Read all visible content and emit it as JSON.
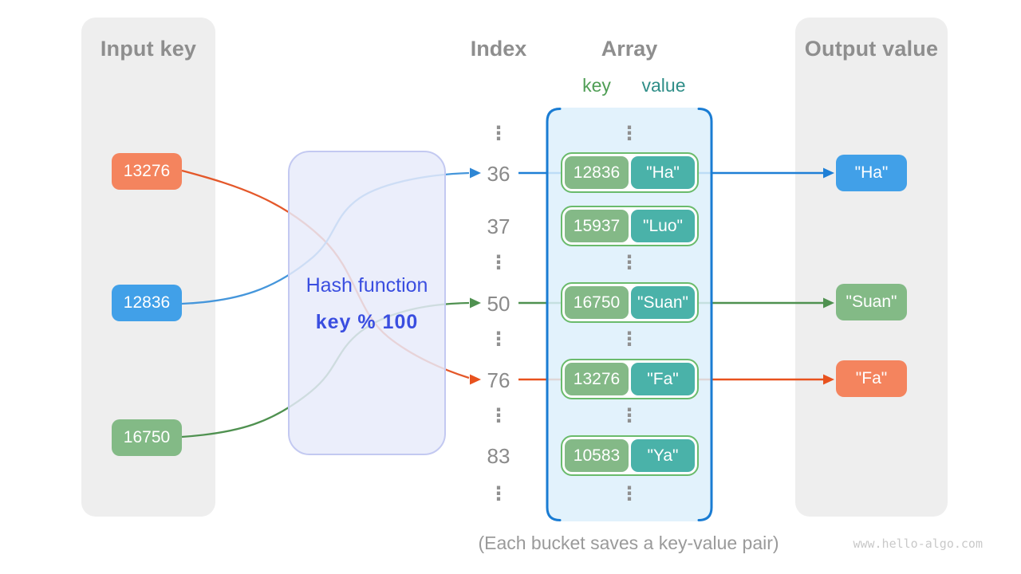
{
  "header": {
    "input_title": "Input key",
    "index_title": "Index",
    "array_title": "Array",
    "key_label": "key",
    "value_label": "value",
    "output_title": "Output value"
  },
  "hash_function": {
    "title": "Hash function",
    "formula": "key % 100"
  },
  "input_keys": [
    {
      "label": "13276",
      "color": "#F4845E"
    },
    {
      "label": "12836",
      "color": "#41A0E8"
    },
    {
      "label": "16750",
      "color": "#83BA86"
    }
  ],
  "index_column": {
    "ellipsis": "⋮",
    "values": [
      "36",
      "37",
      "50",
      "76",
      "83"
    ]
  },
  "buckets": [
    {
      "key": "12836",
      "value": "\"Ha\""
    },
    {
      "key": "15937",
      "value": "\"Luo\""
    },
    {
      "key": "16750",
      "value": "\"Suan\""
    },
    {
      "key": "13276",
      "value": "\"Fa\""
    },
    {
      "key": "10583",
      "value": "\"Ya\""
    }
  ],
  "output_values": [
    {
      "label": "\"Ha\"",
      "color": "#41A0E8"
    },
    {
      "label": "\"Suan\"",
      "color": "#83BA86"
    },
    {
      "label": "\"Fa\"",
      "color": "#F4845E"
    }
  ],
  "caption": "(Each bucket saves a key-value pair)",
  "watermark": "www.hello-algo.com",
  "colors": {
    "panel_bg": "#EEEEEE",
    "arrow_blue": "#1E7FD6",
    "arrow_green": "#4F9150",
    "arrow_orange": "#E8521E",
    "curve_blue": "#4596DB",
    "curve_orange": "#E4582A",
    "bucket_key_bg": "#84B987",
    "bucket_value_bg": "#4AB2A9",
    "bucket_border": "#6ABB6C",
    "array_panel_bg": "#E3F1FB",
    "array_panel_border": "#1A7CD3",
    "hash_box_bg": "#E7EBFA",
    "hash_box_border": "#C3C9F1",
    "hash_text": "#3A4EE0",
    "key_label_color": "#4F9E55",
    "value_label_color": "#2F8E88"
  }
}
